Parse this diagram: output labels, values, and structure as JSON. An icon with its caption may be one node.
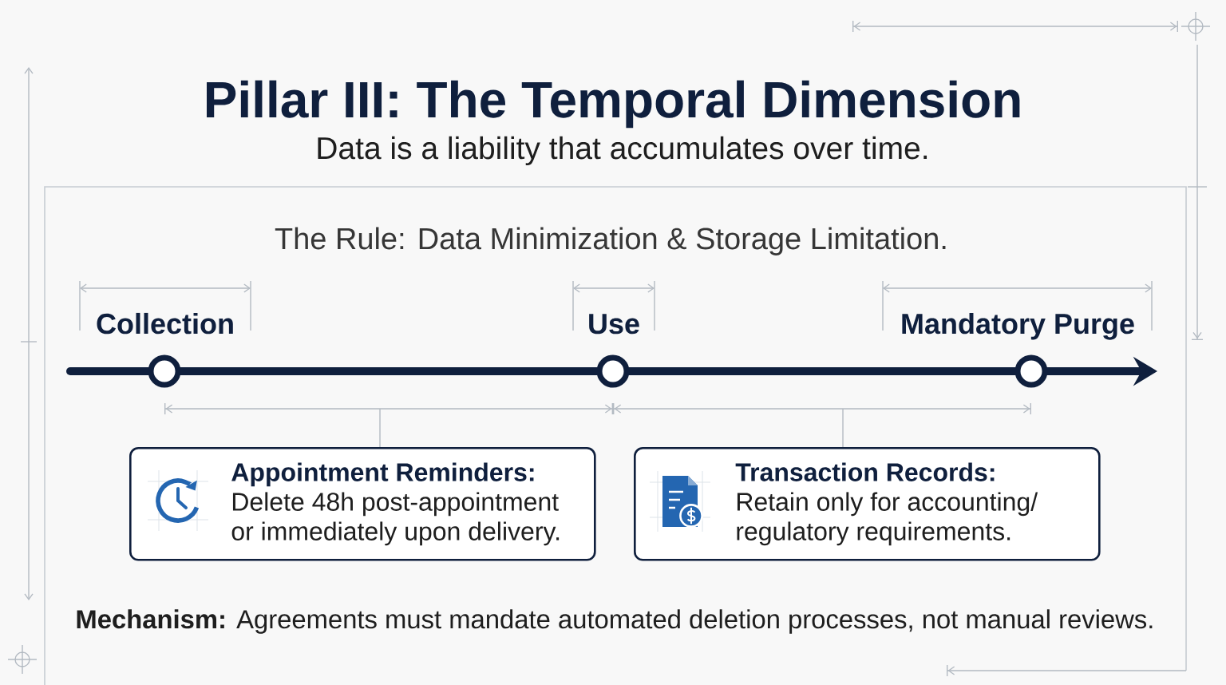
{
  "diagram": {
    "title": "Pillar III: The Temporal Dimension",
    "nodes": [
      {
        "text": [],
        "shape": "circle",
        "beside": [
          "Collection"
        ]
      },
      {
        "text": [],
        "shape": "circle",
        "beside": [
          "Use"
        ]
      },
      {
        "text": [],
        "shape": "circle",
        "beside": [
          "Mandatory Purge"
        ]
      },
      {
        "text": [
          "Appointment Reminders:",
          "Delete 48h post-appointment or immediately upon delivery."
        ]
      },
      {
        "text": [
          "Transaction Records:",
          "Retain only for accounting/ regulatory requirements."
        ]
      }
    ],
    "edges": [
      {
        "from": null,
        "to": 0,
        "arrow": "none"
      },
      {
        "from": 0,
        "to": 1,
        "arrow": "none"
      },
      {
        "from": 1,
        "to": 2,
        "arrow": "none"
      },
      {
        "from": 2,
        "to": null,
        "arrow": "to"
      }
    ],
    "labels": [
      "Data is a liability that accumulates over time.",
      "The Rule: Data Minimization & Storage Limitation.",
      "**Mechanism:** Agreements must mandate automated deletion processes, not manual reviews."
    ]
  }
}
